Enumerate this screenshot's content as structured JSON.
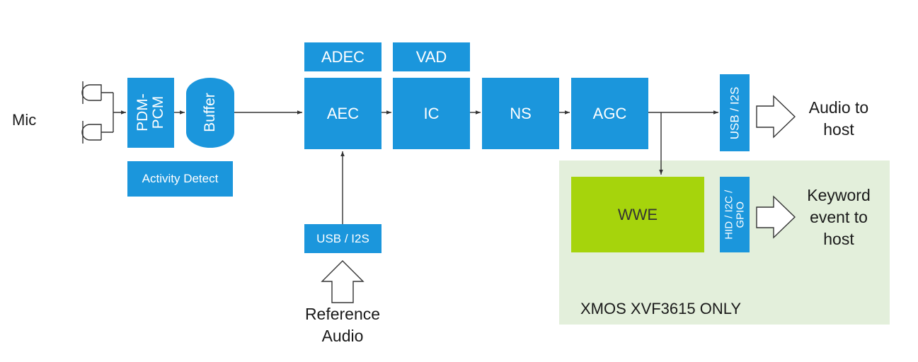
{
  "mic_label": "Mic",
  "blocks": {
    "pdm_pcm": {
      "line1": "PDM-",
      "line2": "PCM"
    },
    "buffer": "Buffer",
    "activity_detect": "Activity Detect",
    "adec": "ADEC",
    "vad": "VAD",
    "aec": "AEC",
    "ic": "IC",
    "ns": "NS",
    "agc": "AGC",
    "usb_i2s_ref": "USB / I2S",
    "usb_i2s_out": "USB / I2S",
    "wwe": "WWE",
    "hid_i2c_gpio": {
      "line1": "HID / I2C /",
      "line2": "GPIO"
    }
  },
  "labels": {
    "audio_to_host": {
      "line1": "Audio to",
      "line2": "host"
    },
    "keyword_event": {
      "line1": "Keyword",
      "line2": "event to",
      "line3": "host"
    },
    "reference_audio": {
      "line1": "Reference",
      "line2": "Audio"
    }
  },
  "region_label": "XMOS XVF3615 ONLY",
  "colors": {
    "block_blue": "#1b96dc",
    "wwe_green": "#a6d40c",
    "region_bg": "#e3efdb",
    "wire": "#333333"
  }
}
